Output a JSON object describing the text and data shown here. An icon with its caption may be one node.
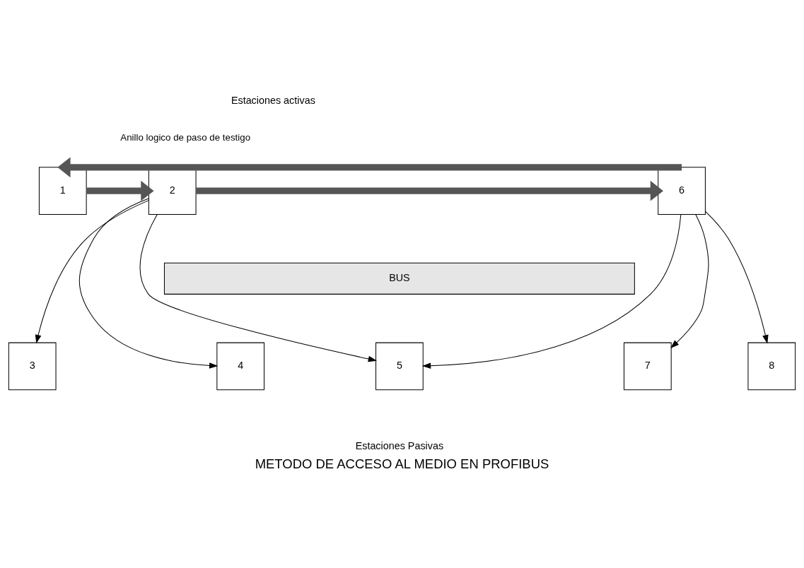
{
  "diagram": {
    "caption": "METODO DE ACCESO AL MEDIO EN PROFIBUS",
    "nodes": [
      {
        "text": [
          "1"
        ]
      },
      {
        "text": [
          "2"
        ]
      },
      {
        "text": [
          "6"
        ]
      },
      {
        "text": [
          "BUS"
        ]
      },
      {
        "text": [
          "3"
        ]
      },
      {
        "text": [
          "4"
        ]
      },
      {
        "text": [
          "5"
        ]
      },
      {
        "text": [
          "7"
        ]
      },
      {
        "text": [
          "8"
        ]
      }
    ],
    "edges": [
      {
        "from": 2,
        "to": 0,
        "arrow": "to",
        "style": "thick",
        "label": "Anillo logico de paso de testigo"
      },
      {
        "from": 0,
        "to": 1,
        "arrow": "to",
        "style": "thick"
      },
      {
        "from": 1,
        "to": 2,
        "arrow": "to",
        "style": "thick"
      },
      {
        "from": 1,
        "to": 4,
        "arrow": "to"
      },
      {
        "from": 1,
        "to": 5,
        "arrow": "to"
      },
      {
        "from": 1,
        "to": 6,
        "arrow": "to"
      },
      {
        "from": 2,
        "to": 6,
        "arrow": "to"
      },
      {
        "from": 2,
        "to": 7,
        "arrow": "to"
      },
      {
        "from": 2,
        "to": 8,
        "arrow": "to"
      }
    ],
    "labels": [
      "Estaciones activas",
      "Estaciones Pasivas"
    ]
  }
}
